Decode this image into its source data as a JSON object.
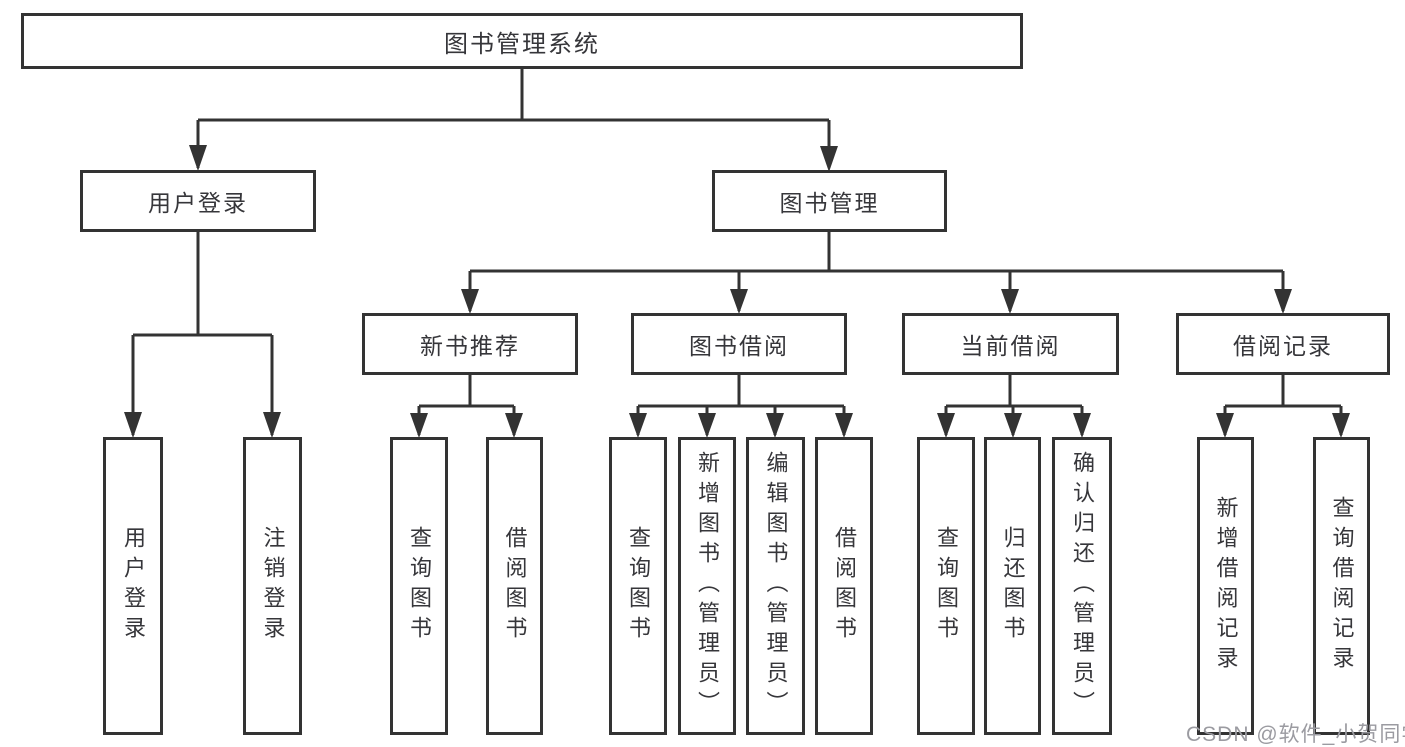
{
  "diagram": {
    "root": "图书管理系统",
    "level2": {
      "user_login": "用户登录",
      "book_mgmt": "图书管理"
    },
    "level3": {
      "new_book": "新书推荐",
      "book_borrow": "图书借阅",
      "current_borrow": "当前借阅",
      "borrow_record": "借阅记录"
    },
    "leaves": {
      "user_login_leaf": "用户登录",
      "logout": "注销登录",
      "nb_query": "查询图书",
      "nb_borrow": "借阅图书",
      "bb_query": "查询图书",
      "bb_add": "新增图书（管理员）",
      "bb_edit": "编辑图书（管理员）",
      "bb_borrow": "借阅图书",
      "cb_query": "查询图书",
      "cb_return": "归还图书",
      "cb_confirm": "确认归还（管理员）",
      "br_add": "新增借阅记录",
      "br_query": "查询借阅记录"
    }
  },
  "watermark": "CSDN @软件_小贺同学",
  "colors": {
    "line": "#333333",
    "text": "#36363a",
    "watermark": "#9b9ba1"
  }
}
